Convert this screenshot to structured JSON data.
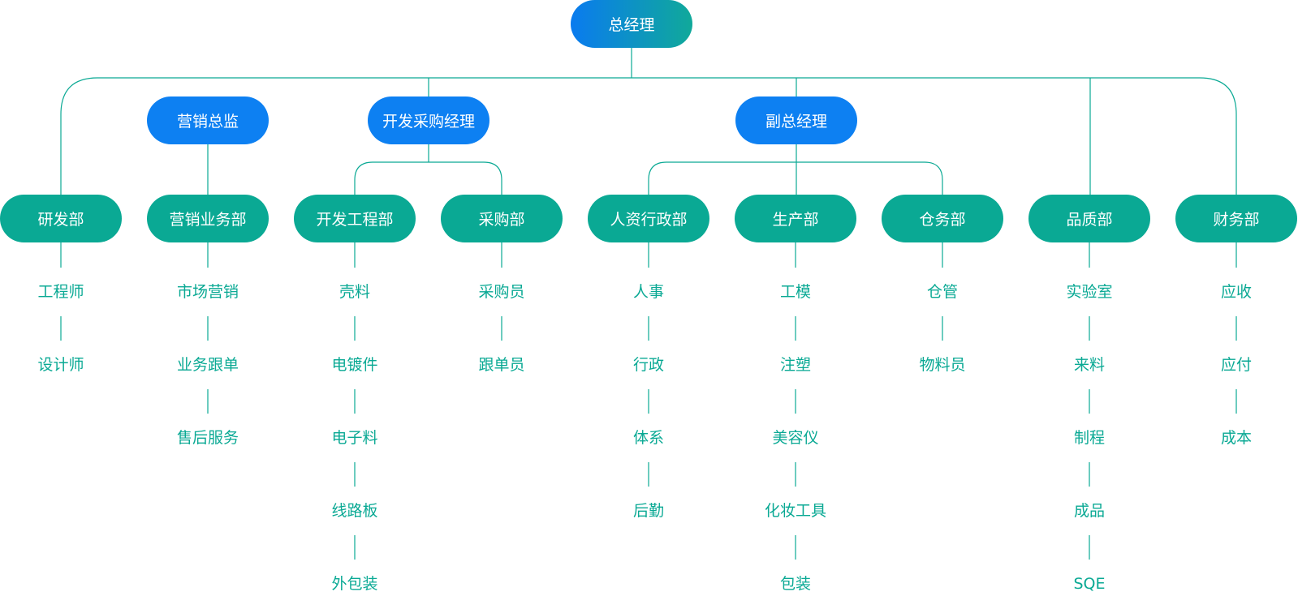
{
  "top": {
    "label": "总经理"
  },
  "managers": [
    {
      "id": "marketing",
      "label": "营销总监"
    },
    {
      "id": "dev_purchase",
      "label": "开发采购经理"
    },
    {
      "id": "deputy",
      "label": "副总经理"
    }
  ],
  "departments": [
    {
      "id": "rd",
      "label": "研发部",
      "items": [
        "工程师",
        "设计师"
      ]
    },
    {
      "id": "sales",
      "label": "营销业务部",
      "items": [
        "市场营销",
        "业务跟单",
        "售后服务"
      ]
    },
    {
      "id": "dev_eng",
      "label": "开发工程部",
      "items": [
        "壳料",
        "电镀件",
        "电子料",
        "线路板",
        "外包装"
      ]
    },
    {
      "id": "purchase",
      "label": "采购部",
      "items": [
        "采购员",
        "跟单员"
      ]
    },
    {
      "id": "hr",
      "label": "人资行政部",
      "items": [
        "人事",
        "行政",
        "体系",
        "后勤"
      ]
    },
    {
      "id": "production",
      "label": "生产部",
      "items": [
        "工模",
        "注塑",
        "美容仪",
        "化妆工具",
        "包装"
      ]
    },
    {
      "id": "warehouse",
      "label": "仓务部",
      "items": [
        "仓管",
        "物料员"
      ]
    },
    {
      "id": "quality",
      "label": "品质部",
      "items": [
        "实验室",
        "来料",
        "制程",
        "成品",
        "SQE"
      ]
    },
    {
      "id": "finance",
      "label": "财务部",
      "items": [
        "应收",
        "应付",
        "成本"
      ]
    }
  ],
  "colors": {
    "line": "#0aa994",
    "green": "#0aa994",
    "blue": "#0d80f2",
    "gradient_start": "#0a7bef",
    "gradient_end": "#10a99a"
  }
}
